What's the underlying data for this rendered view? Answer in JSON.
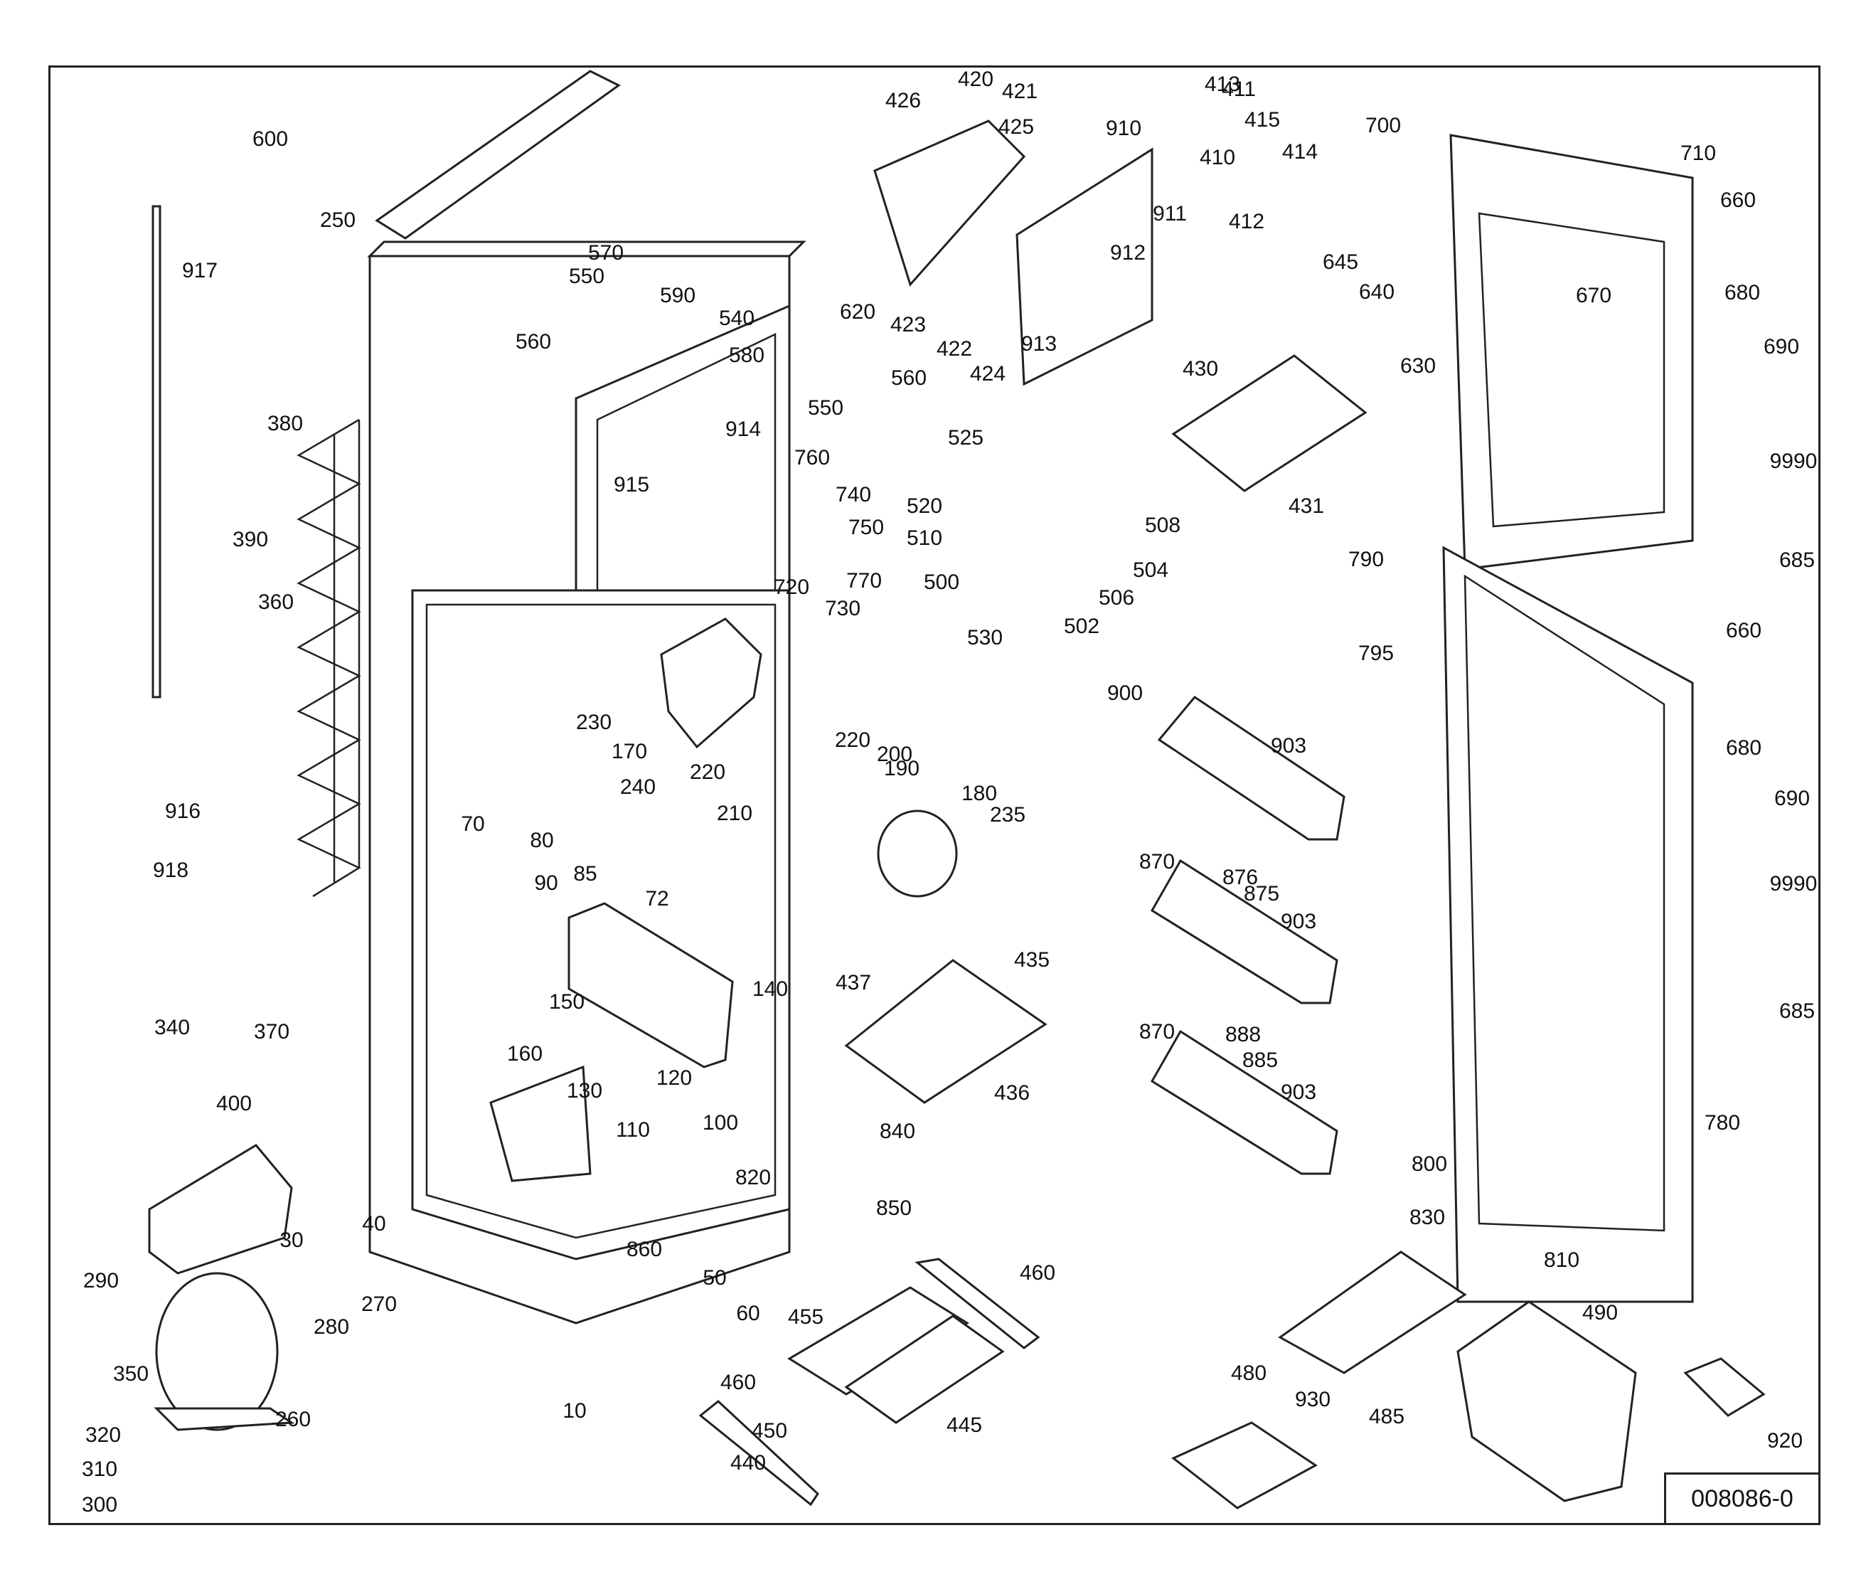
{
  "diagram": {
    "drawing_number": "008086-0",
    "callouts": [
      "10",
      "30",
      "40",
      "50",
      "60",
      "70",
      "72",
      "80",
      "85",
      "90",
      "100",
      "110",
      "120",
      "130",
      "140",
      "150",
      "160",
      "170",
      "180",
      "190",
      "200",
      "210",
      "220",
      "220",
      "230",
      "235",
      "240",
      "250",
      "260",
      "270",
      "280",
      "290",
      "300",
      "310",
      "320",
      "340",
      "350",
      "360",
      "370",
      "380",
      "390",
      "400",
      "410",
      "411",
      "412",
      "413",
      "414",
      "415",
      "420",
      "421",
      "422",
      "423",
      "424",
      "425",
      "426",
      "430",
      "431",
      "435",
      "436",
      "437",
      "440",
      "445",
      "450",
      "455",
      "460",
      "460",
      "480",
      "485",
      "490",
      "500",
      "502",
      "504",
      "506",
      "508",
      "510",
      "520",
      "525",
      "530",
      "540",
      "550",
      "550",
      "560",
      "560",
      "570",
      "580",
      "590",
      "600",
      "620",
      "630",
      "640",
      "645",
      "660",
      "660",
      "670",
      "680",
      "680",
      "685",
      "685",
      "690",
      "690",
      "700",
      "710",
      "720",
      "730",
      "740",
      "750",
      "760",
      "770",
      "780",
      "790",
      "795",
      "800",
      "810",
      "820",
      "830",
      "840",
      "850",
      "860",
      "870",
      "870",
      "875",
      "876",
      "885",
      "888",
      "900",
      "903",
      "903",
      "903",
      "910",
      "911",
      "912",
      "913",
      "914",
      "915",
      "916",
      "917",
      "918",
      "920",
      "930",
      "9990",
      "9990"
    ]
  }
}
